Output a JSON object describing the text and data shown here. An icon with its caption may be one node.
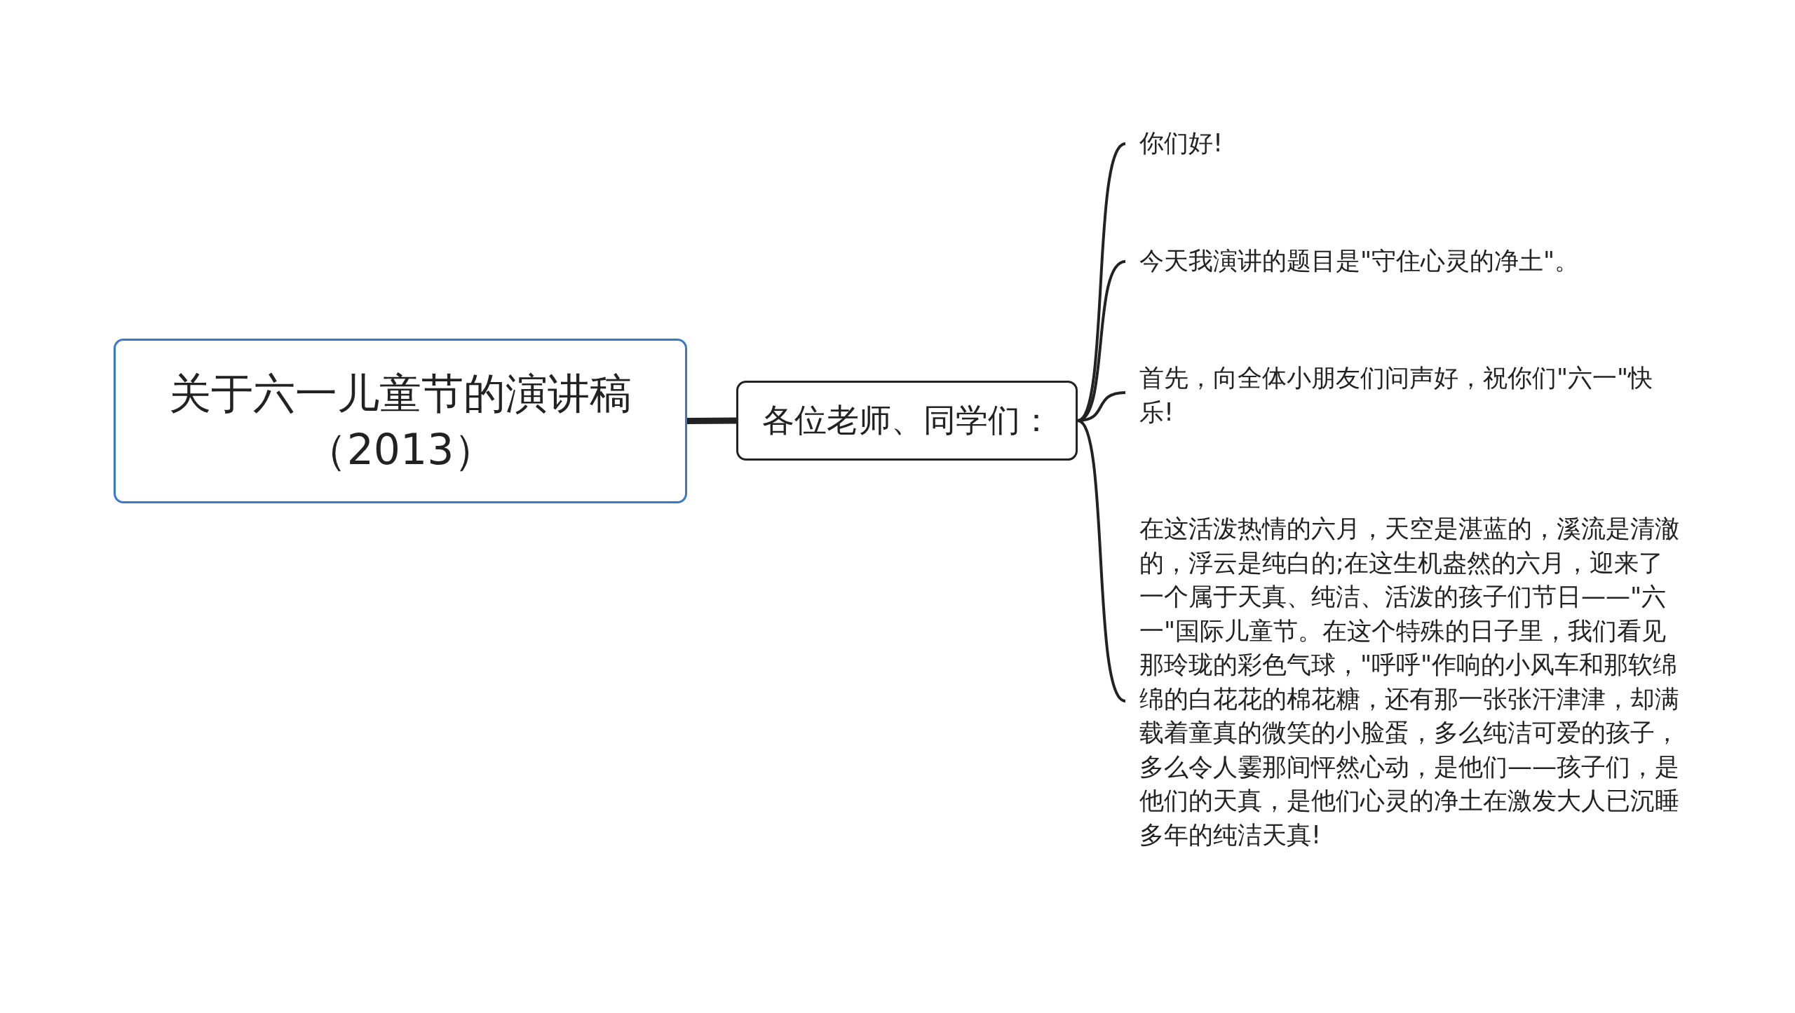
{
  "diagram": {
    "nodes": [
      {
        "text": [
          "关于六一儿童节的演讲稿（2013）"
        ]
      },
      {
        "text": [
          "各位老师、同学们："
        ]
      },
      {
        "text": [
          "你们好!"
        ]
      },
      {
        "text": [
          "今天我演讲的题目是\"守住心灵的净土\"。"
        ]
      },
      {
        "text": [
          "首先，向全体小朋友们问声好，祝你们\"六一\"快乐!"
        ]
      },
      {
        "text": [
          "在这活泼热情的六月，天空是湛蓝的，溪流是清澈的，浮云是纯白的;在这生机盎然的六月，迎来了一个属于天真、纯洁、活泼的孩子们节日——\"六一\"国际儿童节。在这个特殊的日子里，我们看见那玲珑的彩色气球，\"呼呼\"作响的小风车和那软绵绵的白花花的棉花糖，还有那一张张汗津津，却满载着童真的微笑的小脸蛋，多么纯洁可爱的孩子，多么令人霎那间怦然心动，是他们——孩子们，是他们的天真，是他们心灵的净土在激发大人已沉睡多年的纯洁天真!"
        ]
      }
    ],
    "edges": [
      {
        "from": 0,
        "to": 1,
        "arrow": "none",
        "style": "thick"
      },
      {
        "from": 1,
        "to": 2,
        "arrow": "none"
      },
      {
        "from": 1,
        "to": 3,
        "arrow": "none"
      },
      {
        "from": 1,
        "to": 4,
        "arrow": "none"
      },
      {
        "from": 1,
        "to": 5,
        "arrow": "none"
      }
    ]
  }
}
